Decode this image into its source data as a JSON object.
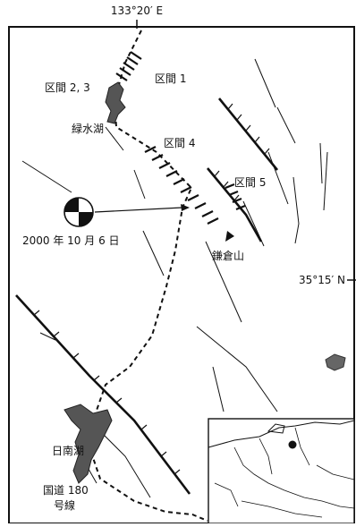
{
  "coords": {
    "longitude": "133°20′ E",
    "latitude": "35°15′ N"
  },
  "labels": {
    "section1": "区間 1",
    "section23": "区間 2, 3",
    "section4": "区間 4",
    "section5": "区間 5",
    "lake_ryokusui": "緑水湖",
    "mount_kamakura": "鎌倉山",
    "lake_hinan": "日南湖",
    "route_line1": "国道 180",
    "route_line2": "号線"
  },
  "event": {
    "date": "2000 年 10 月 6 日",
    "symbol": "focal-mechanism"
  },
  "colors": {
    "ink": "#111111",
    "water": "#555555"
  }
}
